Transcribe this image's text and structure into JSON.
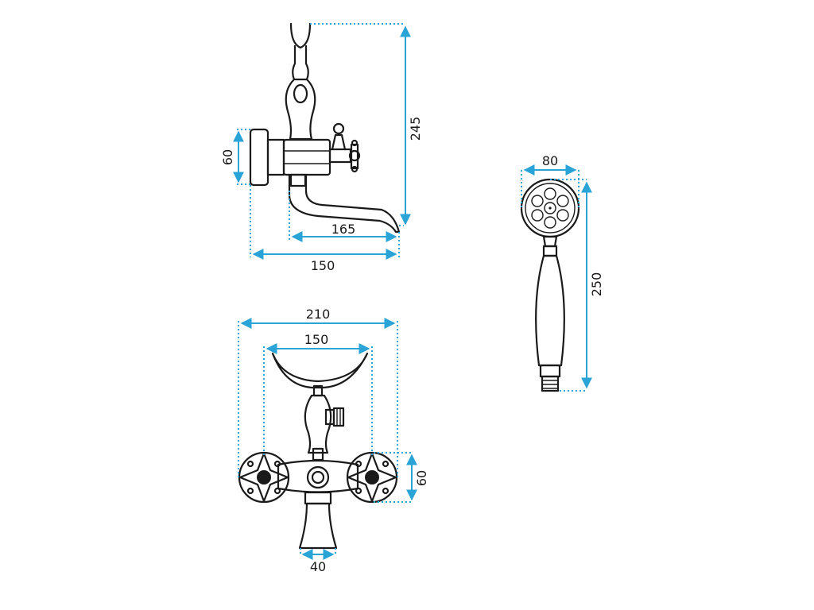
{
  "side_view": {
    "height_label": "245",
    "flange_label": "60",
    "spout_label": "165",
    "depth_label": "150"
  },
  "front_view": {
    "width_total_label": "210",
    "width_centers_label": "150",
    "handle_label": "60",
    "spout_label": "40"
  },
  "shower_head": {
    "diameter_label": "80",
    "length_label": "250"
  },
  "colors": {
    "dimension": "#2aa3d6",
    "outline": "#1a1a1a"
  }
}
